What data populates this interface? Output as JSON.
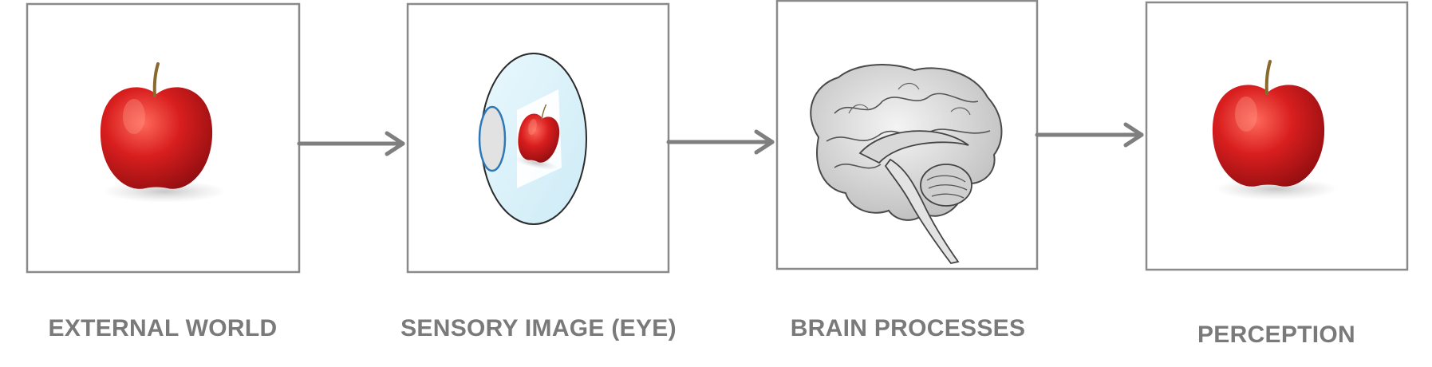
{
  "stages": [
    {
      "label": "EXTERNAL WORLD",
      "icon": "apple-icon"
    },
    {
      "label": "SENSORY IMAGE (EYE)",
      "icon": "eye-icon"
    },
    {
      "label": "BRAIN PROCESSES",
      "icon": "brain-icon"
    },
    {
      "label": "PERCEPTION",
      "icon": "apple-icon"
    }
  ],
  "colors": {
    "frame": "#8a8a8a",
    "arrow": "#7f7f7f",
    "label": "#7a7a7a",
    "apple": "#d61d1d",
    "eye_fill": "#dff4fb",
    "lens": "#2e78b8"
  }
}
